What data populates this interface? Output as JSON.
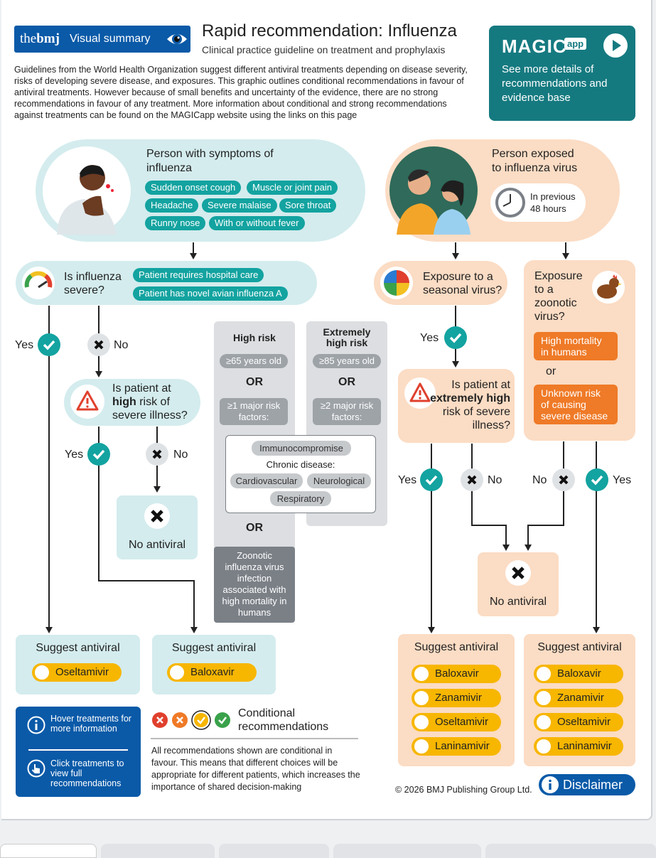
{
  "header": {
    "logo_the": "the",
    "logo_bmj": "bmj",
    "logo_label": "Visual summary",
    "title": "Rapid recommendation: Influenza",
    "subtitle": "Clinical practice guideline on treatment and prophylaxis",
    "intro": "Guidelines from the World Health Organization suggest different antiviral treatments depending on disease severity, risks of developing severe disease, and exposures. This graphic outlines conditional recommendations in favour of antiviral treatments. However because of small benefits  and uncertainty of the evidence, there are no strong recommendations in favour of any treatment. More information about conditional and strong recommendations against treatments can be found on the MAGICapp website using the links on this page"
  },
  "magic": {
    "brand": "MAGIC",
    "app": "app",
    "text": "See more details of recommendations and evidence base",
    "color": "#157a80"
  },
  "symptoms": {
    "title": "Person with symptoms of influenza",
    "items": [
      "Sudden onset cough",
      "Muscle or joint pain",
      "Headache",
      "Severe malaise",
      "Sore throat",
      "Runny nose",
      "With or without fever"
    ]
  },
  "exposed": {
    "title": "Person exposed to influenza virus",
    "clock": "In previous 48 hours"
  },
  "severe": {
    "question": "Is influenza severe?",
    "criteria": [
      "Patient requires hospital care",
      "Patient has novel avian influenza A"
    ]
  },
  "high_risk_q": {
    "pre": "Is patient at",
    "bold": "high",
    "post": "risk of severe illness?"
  },
  "extreme_q": {
    "pre": "Is patient at",
    "bold1": "extremely",
    "bold2": "high",
    "post": "risk of severe illness?"
  },
  "seasonal_q": "Exposure to a seasonal virus?",
  "zoonotic": {
    "q": "Exposure to a zoonotic virus?",
    "opt1": "High mortality in humans",
    "or": "or",
    "opt2": "Unknown risk of causing severe disease"
  },
  "high_risk": {
    "title": "High risk",
    "age": "≥65 years old",
    "or": "OR",
    "factors": "≥1 major risk factors:",
    "or2": "OR",
    "zoonotic": "Zoonotic influenza virus infection associated with high mortality in humans"
  },
  "extreme_risk": {
    "title": "Extremely high risk",
    "age": "≥85 years old",
    "or": "OR",
    "factors": "≥2 major risk factors:"
  },
  "risk_factors": {
    "immuno": "Immunocompromise",
    "chronic": "Chronic disease:",
    "cardio": "Cardiovascular",
    "neuro": "Neurological",
    "resp": "Respiratory"
  },
  "labels": {
    "yes": "Yes",
    "no": "No"
  },
  "no_antiviral": "No antiviral",
  "suggest": {
    "title": "Suggest antiviral",
    "a1": [
      "Oseltamivir"
    ],
    "a2": [
      "Baloxavir"
    ],
    "a3": [
      "Baloxavir",
      "Zanamivir",
      "Oseltamivir",
      "Laninamivir"
    ],
    "a4": [
      "Baloxavir",
      "Zanamivir",
      "Oseltamivir",
      "Laninamivir"
    ]
  },
  "help": {
    "hover": "Hover treatments for more information",
    "click": "Click treatments to view full recommendations"
  },
  "legend": {
    "title": "Conditional recommendations",
    "note": "All recommendations shown are conditional in favour. This means that different choices will be appropriate for different patients, which increases the importance of shared decision-making"
  },
  "footer": {
    "copyright": "© 2026 BMJ Publishing Group Ltd.",
    "disclaimer": "Disclaimer"
  },
  "colors": {
    "teal": "#13a3a0",
    "orange": "#ef7a27",
    "yellow": "#f7b600",
    "navy": "#0a5aa8",
    "gray": "#7b8087"
  }
}
